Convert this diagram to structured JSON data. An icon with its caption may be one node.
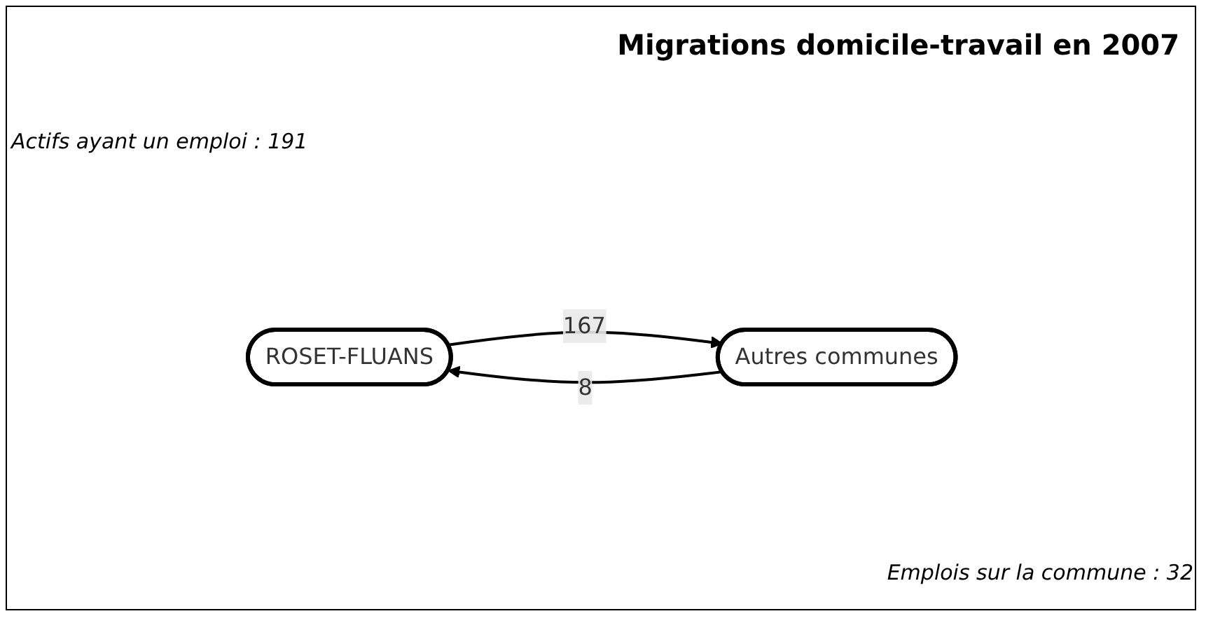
{
  "diagram": {
    "title": "Migrations domicile-travail en 2007",
    "nodes": [
      {
        "text": [
          "ROSET-FLUANS"
        ]
      },
      {
        "text": [
          "Autres communes"
        ]
      }
    ],
    "edges": [
      {
        "from": 0,
        "to": 1,
        "arrow": "to",
        "label": "167"
      },
      {
        "from": 1,
        "to": 0,
        "arrow": "to",
        "label": "8"
      }
    ],
    "labels": [
      "Actifs ayant un emploi : 191",
      "Emplois sur la commune : 32"
    ]
  }
}
